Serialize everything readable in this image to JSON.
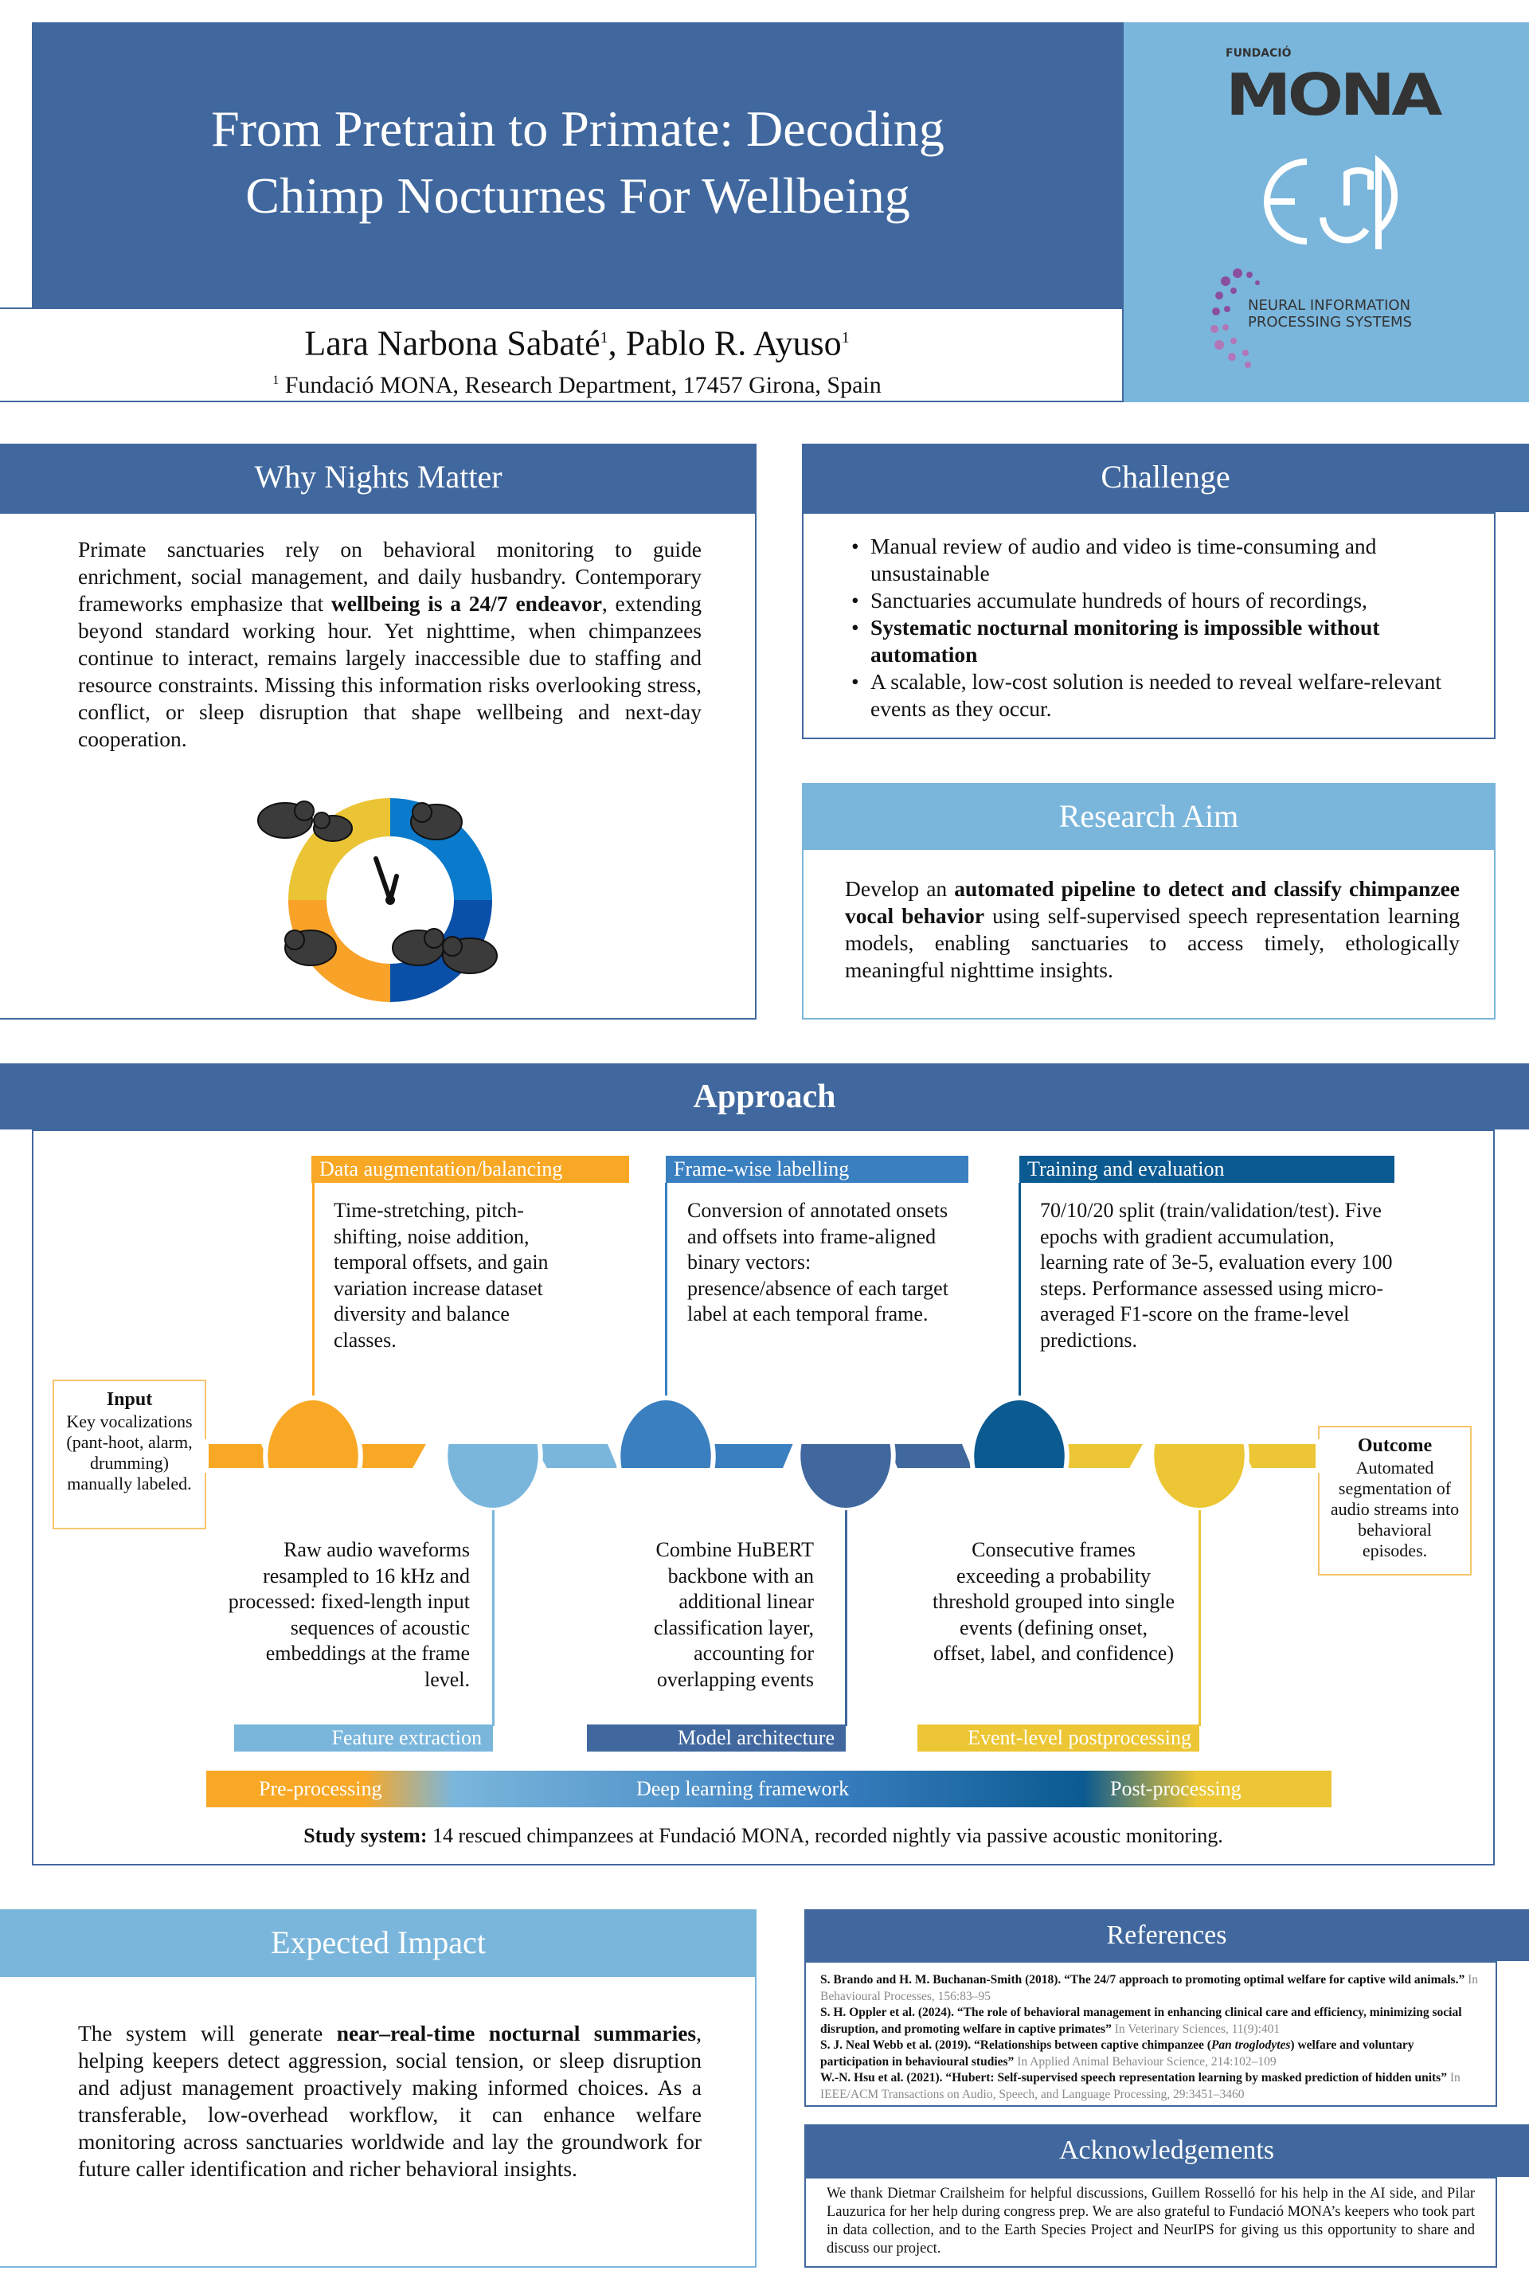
{
  "header": {
    "title_line1": "From Pretrain to Primate: Decoding",
    "title_line2": "Chimp Nocturnes For Wellbeing",
    "authors": "Lara Narbona Sabaté",
    "author_sup1": "1",
    "authors_sep": ", Pablo R. Ayuso",
    "author_sup2": "1",
    "affiliation_sup": "1",
    "affiliation": "Fundació MONA, Research Department, 17457 Girona, Spain"
  },
  "logos": {
    "mona_small": "FUNDACIÓ",
    "mona_big": "MONA",
    "esp": "esp",
    "neurips_line1": "NEURAL INFORMATION",
    "neurips_line2": "PROCESSING SYSTEMS"
  },
  "why": {
    "title": "Why Nights Matter",
    "p1": "Primate sanctuaries rely on behavioral monitoring to guide enrichment, social management, and daily husbandry. Contemporary frameworks emphasize that ",
    "bold": "wellbeing is a 24/7 endeavor",
    "p2": ", extending beyond standard working hour. Yet nighttime, when chimpanzees continue to interact, remains largely inaccessible due to staffing and resource constraints. Missing this information risks overlooking stress, conflict, or sleep disruption that shape wellbeing and next-day cooperation."
  },
  "challenge": {
    "title": "Challenge",
    "items": [
      "Manual review of audio and video is time-consuming and unsustainable",
      "Sanctuaries accumulate hundreds of hours of recordings,",
      "Systematic nocturnal monitoring is impossible without automation",
      "A scalable, low-cost solution is needed to reveal welfare-relevant events as they occur."
    ]
  },
  "aim": {
    "title": "Research Aim",
    "p1": "Develop an ",
    "bold": "automated pipeline to detect and classify chimpanzee vocal behavior",
    "p2": " using self-supervised speech representation learning models, enabling sanctuaries to access timely, ethologically meaningful nighttime insights."
  },
  "approach": {
    "title": "Approach",
    "input_title": "Input",
    "input_text": "Key vocalizations (pant-hoot, alarm, drumming) manually labeled.",
    "outcome_title": "Outcome",
    "outcome_text": "Automated segmentation of audio streams into behavioral episodes.",
    "top": [
      {
        "label": "Data augmentation/balancing",
        "text": "Time-stretching, pitch-shifting, noise addition, temporal offsets, and gain variation increase dataset diversity and balance classes."
      },
      {
        "label": "Frame-wise labelling",
        "text": "Conversion of annotated onsets and offsets into frame-aligned binary vectors: presence/absence of each target label at each temporal frame."
      },
      {
        "label": "Training and evaluation",
        "text": "70/10/20 split (train/validation/test). Five epochs with gradient accumulation, learning rate of 3e-5, evaluation every 100 steps. Performance assessed using micro-averaged F1-score on the frame-level predictions."
      }
    ],
    "bottom": [
      {
        "label": "Feature extraction",
        "text": "Raw audio waveforms resampled to 16 kHz and processed: fixed-length input sequences of acoustic embeddings at the frame level."
      },
      {
        "label": "Model architecture",
        "text": "Combine HuBERT backbone with an additional linear classification layer, accounting for overlapping events"
      },
      {
        "label": "Event-level postprocessing",
        "text": "Consecutive frames exceeding a probability threshold grouped into single events (defining onset, offset, label, and confidence)"
      }
    ],
    "bar": [
      "Pre-processing",
      "Deep learning framework",
      "Post-processing"
    ],
    "study_bold": "Study system:",
    "study_text": " 14 rescued chimpanzees at Fundació MONA, recorded nightly via passive acoustic monitoring."
  },
  "impact": {
    "title": "Expected Impact",
    "p1": "The system will generate ",
    "bold": "near–real-time nocturnal summaries",
    "p2": ", helping keepers detect aggression, social tension, or sleep disruption and adjust management proactively making informed choices. As a transferable, low-overhead workflow, it can enhance welfare monitoring across sanctuaries worldwide and lay the groundwork for future caller identification and richer behavioral insights."
  },
  "references": {
    "title": "References",
    "items": [
      {
        "bold": "S. Brando and H. M. Buchanan-Smith (2018). “The 24/7 approach to promoting optimal welfare for captive wild animals.”",
        "venue": " In Behavioural Processes, 156:83–95"
      },
      {
        "bold": "S. H. Oppler et al. (2024). “The role of behavioral management in enhancing clinical care and efficiency, minimizing social disruption, and promoting welfare in captive primates”",
        "venue": " In Veterinary Sciences, 11(9):401"
      },
      {
        "bold": "S. J. Neal Webb et al. (2019). “Relationships between captive chimpanzee (",
        "italic": "Pan troglodytes",
        "bold2": ") welfare and voluntary participation in behavioural studies”",
        "venue": " In Applied Animal Behaviour Science, 214:102–109"
      },
      {
        "bold": "W.-N. Hsu et al. (2021). “Hubert: Self-supervised speech representation learning by masked prediction of hidden units”",
        "venue": " In IEEE/ACM Transactions on Audio, Speech, and Language Processing, 29:3451–3460"
      }
    ]
  },
  "ack": {
    "title": "Acknowledgements",
    "text": "We thank Dietmar Crailsheim for helpful discussions, Guillem Rosselló for his help in the AI side, and Pilar Lauzurica for her help during congress prep. We are also grateful to Fundació MONA’s keepers who took part in data collection, and to the Earth Species Project and NeurIPS for giving us this opportunity to share and discuss our project."
  },
  "colors": {
    "dark": "#41689e",
    "light": "#7ab6dc",
    "orange": "#f9a825",
    "mid": "#3a7fc0",
    "navy": "#0b5a91",
    "yellow": "#ecc634"
  }
}
